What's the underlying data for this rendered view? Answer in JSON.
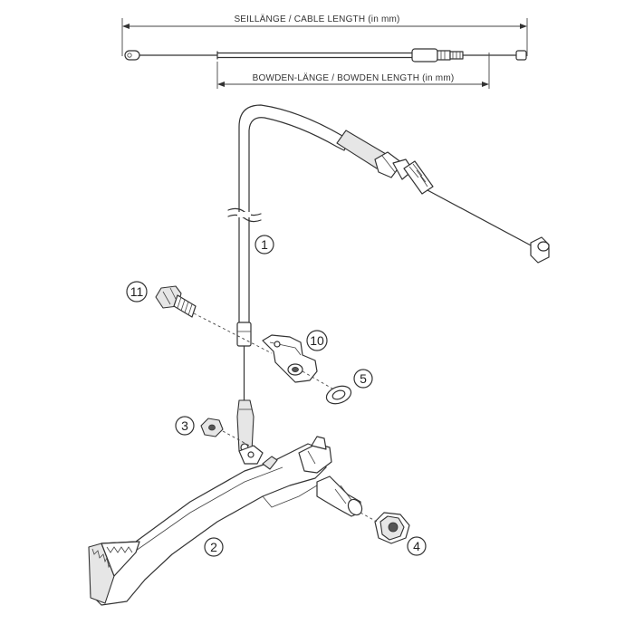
{
  "dimensions": {
    "cable_length_label": "SEILLÄNGE / CABLE LENGTH (in mm)",
    "bowden_length_label": "BOWDEN-LÄNGE / BOWDEN LENGTH (in mm)"
  },
  "callouts": [
    {
      "id": "1",
      "label": "1"
    },
    {
      "id": "2",
      "label": "2"
    },
    {
      "id": "3",
      "label": "3"
    },
    {
      "id": "4",
      "label": "4"
    },
    {
      "id": "5",
      "label": "5"
    },
    {
      "id": "10",
      "label": "10"
    },
    {
      "id": "11",
      "label": "11"
    }
  ],
  "colors": {
    "line": "#333333",
    "background": "#ffffff"
  }
}
